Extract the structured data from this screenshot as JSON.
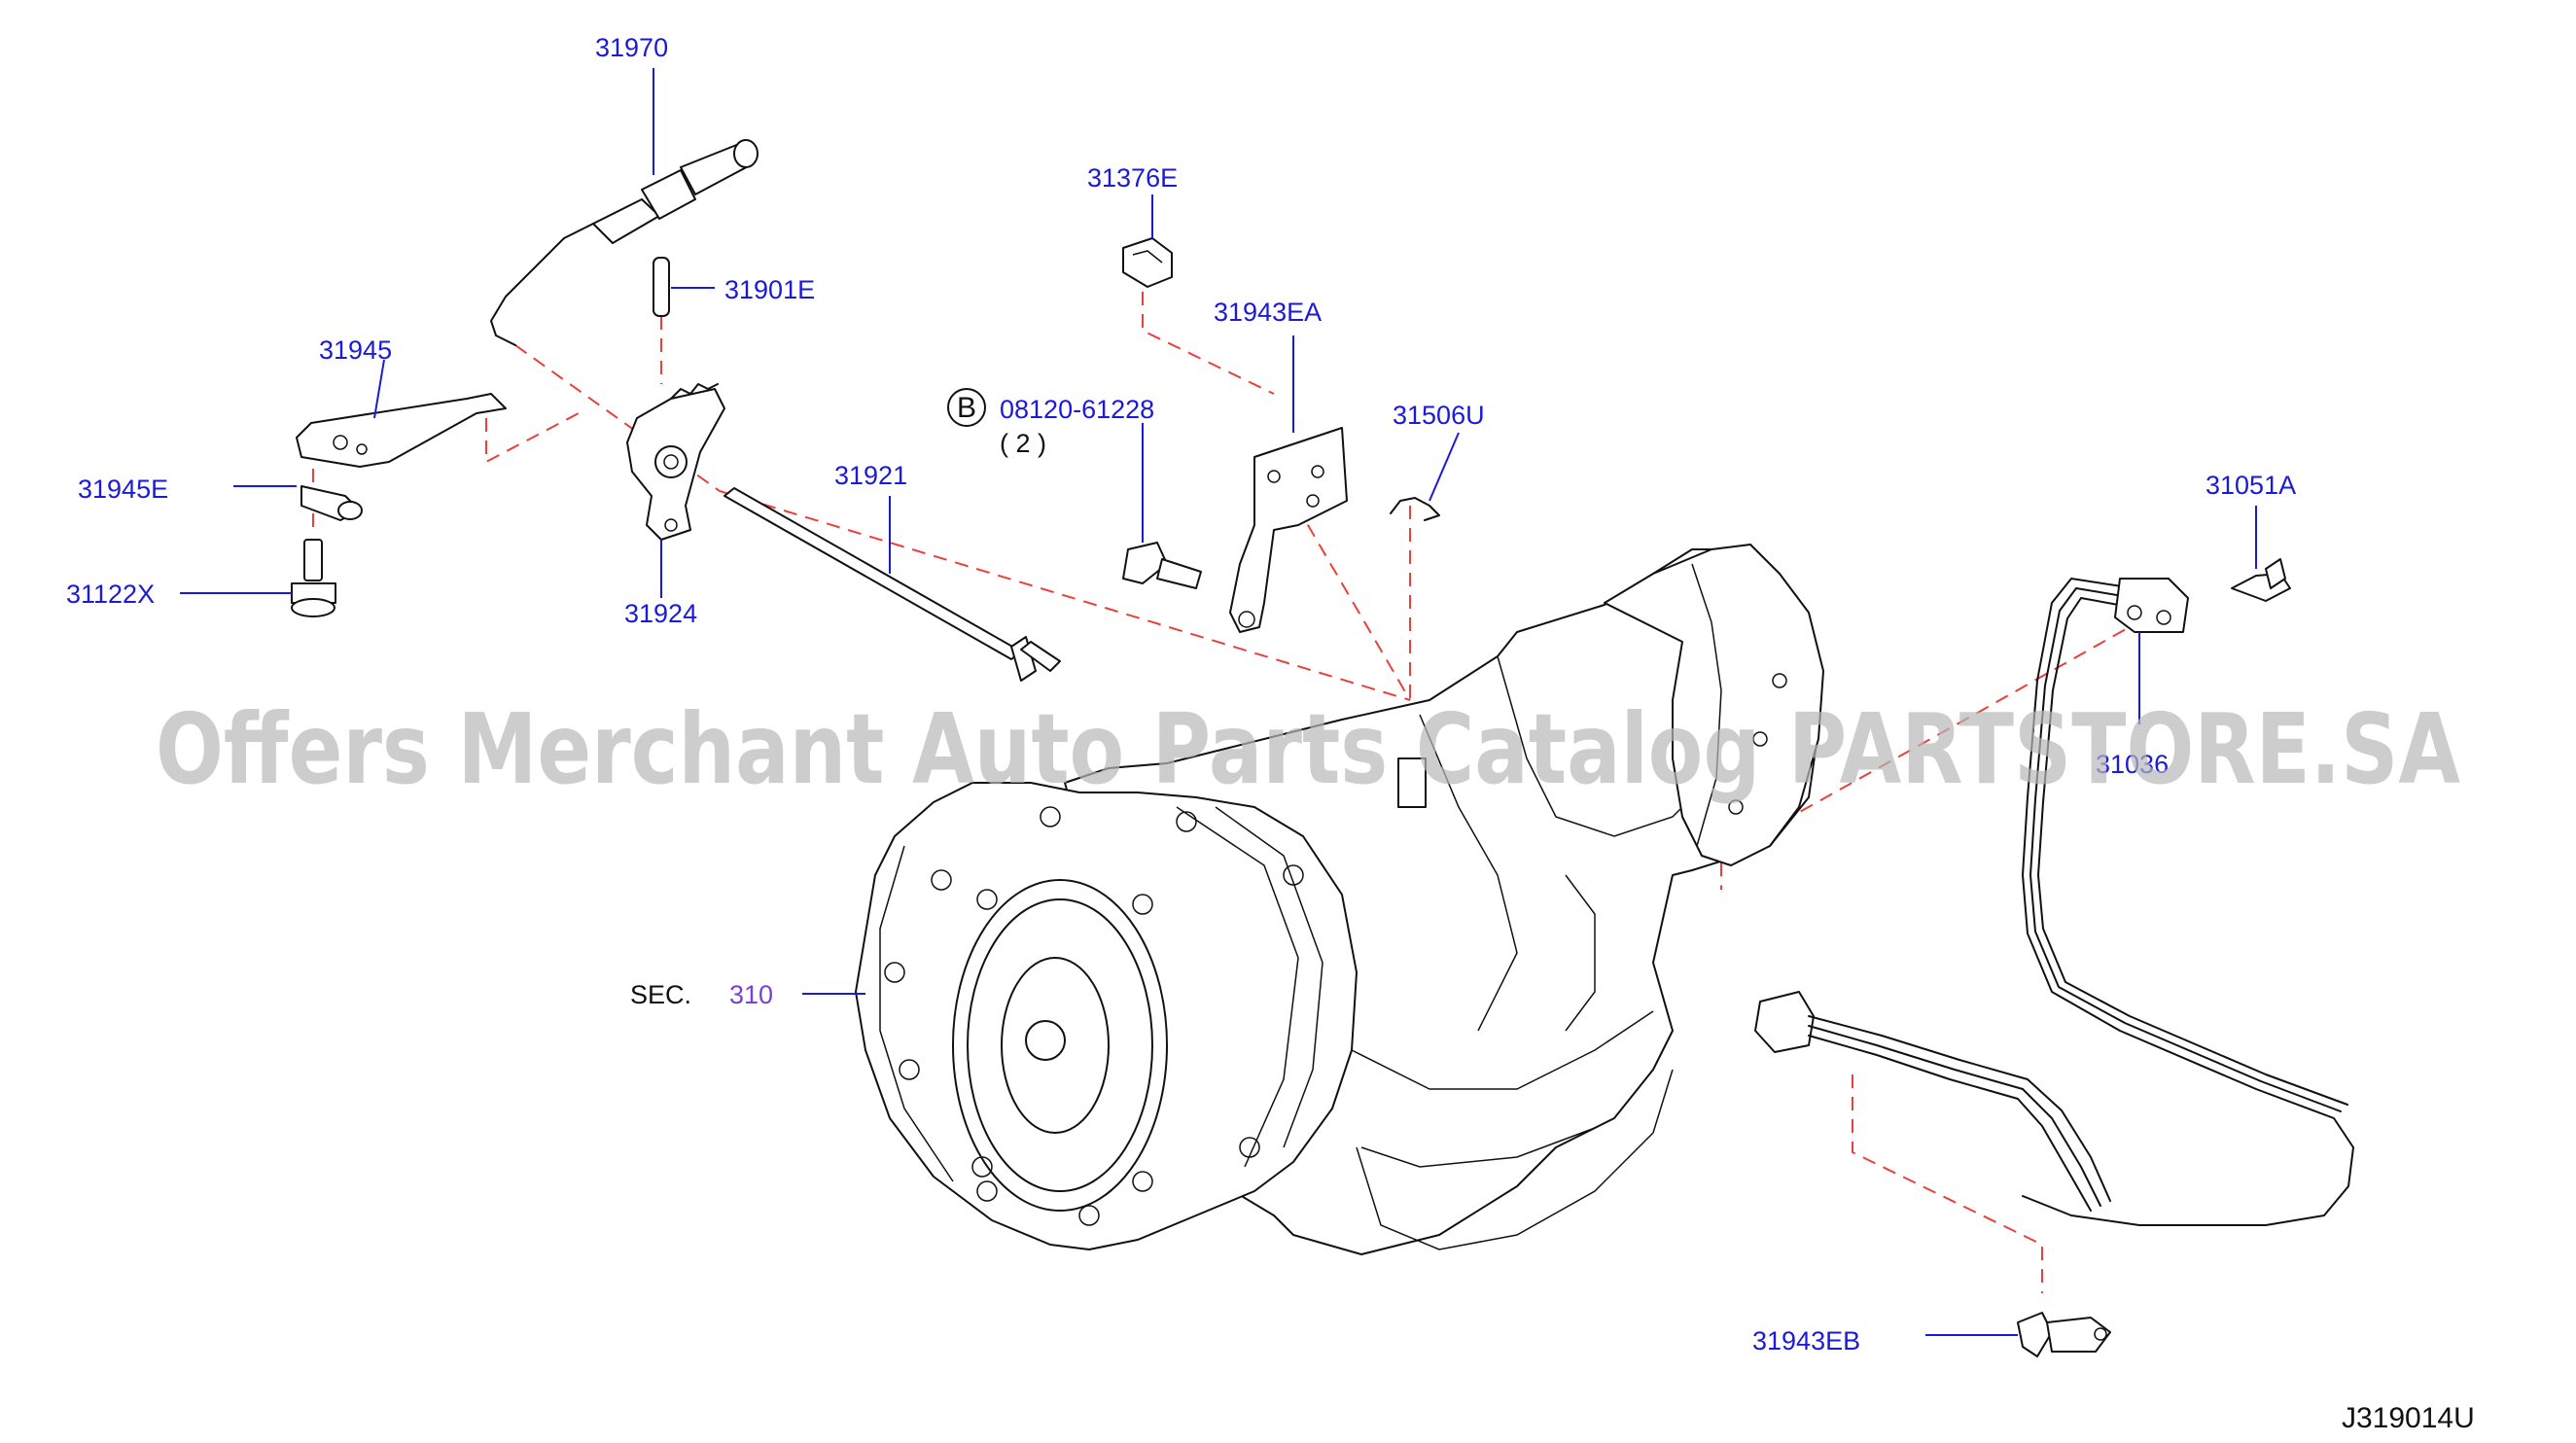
{
  "parts": {
    "p31970": "31970",
    "p31901E": "31901E",
    "p31945": "31945",
    "p31945E": "31945E",
    "p31122X": "31122X",
    "p31924": "31924",
    "p31921": "31921",
    "p31376E": "31376E",
    "p31943EA": "31943EA",
    "p31506U": "31506U",
    "p31051A": "31051A",
    "p31036": "31036",
    "p31943EB": "31943EB"
  },
  "bolt_callout": {
    "badge": "B",
    "code": "08120-61228",
    "qty": "( 2 )"
  },
  "section_ref": {
    "prefix": "SEC.",
    "number": "310"
  },
  "diagram_code": "J319014U",
  "watermark": "Offers Merchant Auto Parts Catalog PARTSTORE.SA",
  "colors": {
    "label": "#1a1adb",
    "dashed_leader": "#e8413b",
    "section_link": "#7a3fd6",
    "watermark": "#b8b8b8"
  }
}
